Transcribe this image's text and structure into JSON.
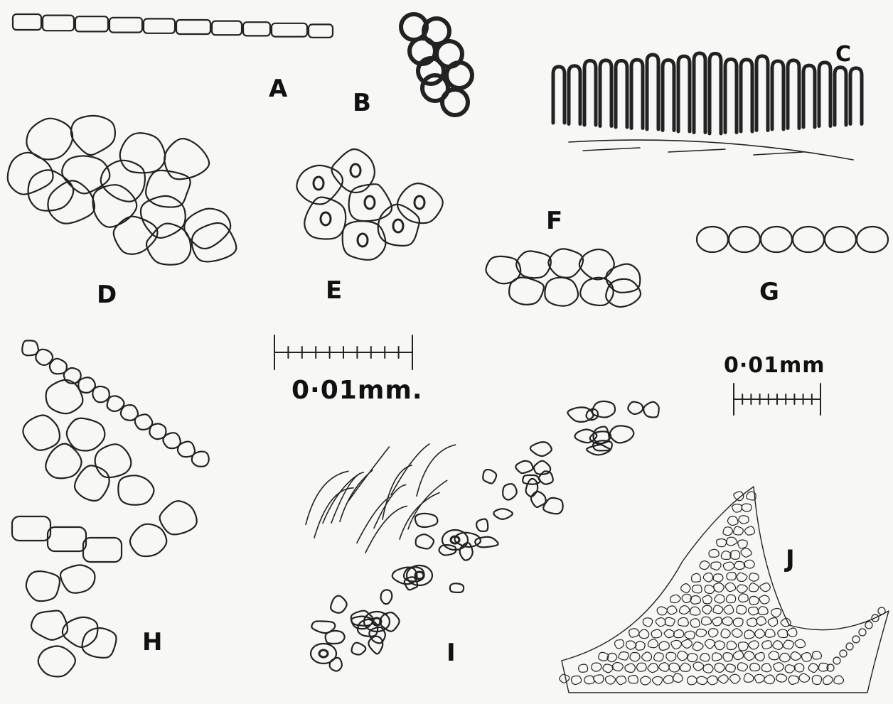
{
  "figure": {
    "panels": [
      {
        "id": "A",
        "label": "A"
      },
      {
        "id": "B",
        "label": "B"
      },
      {
        "id": "C",
        "label": "C"
      },
      {
        "id": "D",
        "label": "D"
      },
      {
        "id": "E",
        "label": "E"
      },
      {
        "id": "F",
        "label": "F"
      },
      {
        "id": "G",
        "label": "G"
      },
      {
        "id": "H",
        "label": "H"
      },
      {
        "id": "I",
        "label": "I"
      },
      {
        "id": "J",
        "label": "J"
      }
    ],
    "scale_bars": [
      {
        "text": "0·01mm.",
        "divisions": 10
      },
      {
        "text": "0·01mm",
        "divisions": 10
      }
    ]
  }
}
